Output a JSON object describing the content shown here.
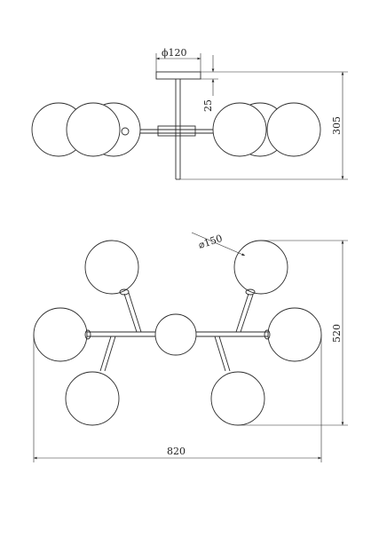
{
  "dimensions": {
    "canopy_diameter": "ϕ120",
    "canopy_thickness": "25",
    "total_height": "305",
    "globe_diameter": "⌀150",
    "width": "820",
    "depth": "520"
  }
}
